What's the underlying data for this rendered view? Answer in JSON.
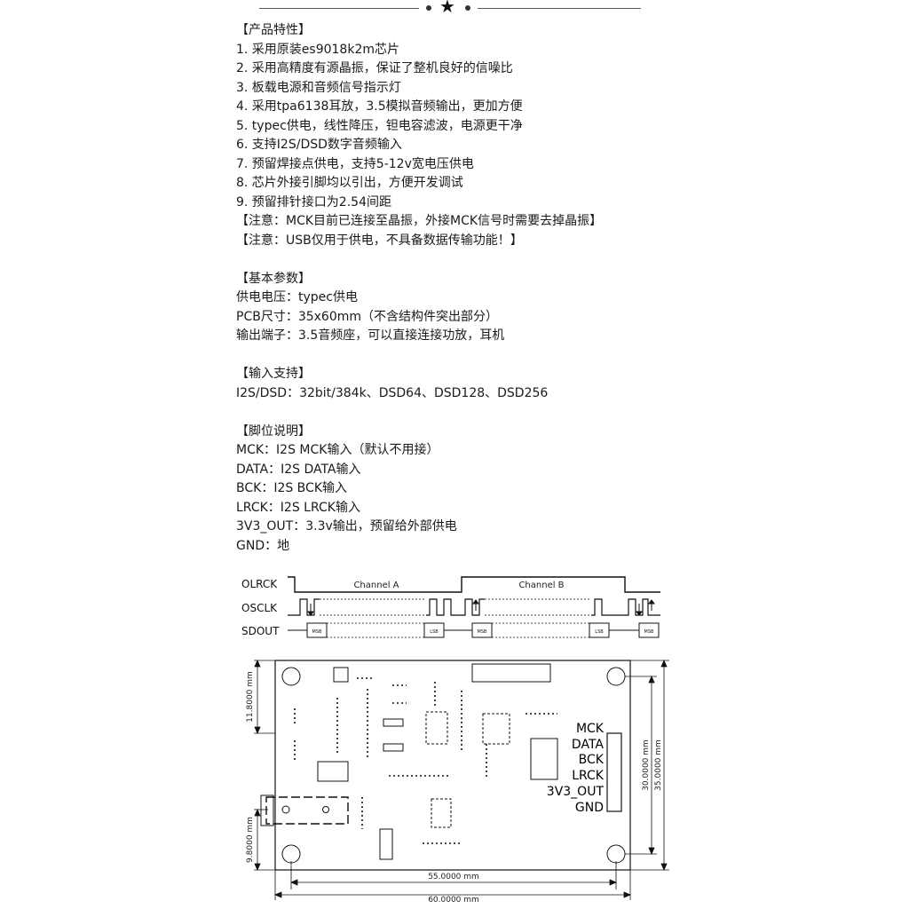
{
  "header_decoration": {
    "icon": "star-icon"
  },
  "features": {
    "heading": "【产品特性】",
    "items": [
      "1. 采用原装es9018k2m芯片",
      "2. 采用高精度有源晶振，保证了整机良好的信噪比",
      "3. 板载电源和音频信号指示灯",
      "4. 采用tpa6138耳放，3.5模拟音频输出，更加方便",
      "5. typec供电，线性降压，钽电容滤波，电源更干净",
      "6. 支持I2S/DSD数字音频输入",
      "7. 预留焊接点供电，支持5-12v宽电压供电",
      "8. 芯片外接引脚均以引出，方便开发调试",
      "9. 预留排针接口为2.54间距"
    ],
    "notes": [
      "【注意：MCK目前已连接至晶振，外接MCK信号时需要去掉晶振】",
      "【注意：USB仅用于供电，不具备数据传输功能！】"
    ]
  },
  "params": {
    "heading": "【基本参数】",
    "items": [
      "供电电压：typec供电",
      "PCB尺寸：35x60mm（不含结构件突出部分）",
      "输出端子：3.5音频座，可以直接连接功放，耳机"
    ]
  },
  "input": {
    "heading": "【输入支持】",
    "items": [
      "I2S/DSD：32bit/384k、DSD64、DSD128、DSD256"
    ]
  },
  "pins": {
    "heading": "【脚位说明】",
    "items": [
      "MCK：I2S MCK输入（默认不用接）",
      "DATA：I2S DATA输入",
      "BCK：I2S BCK输入",
      "LRCK：I2S LRCK输入",
      "3V3_OUT：3.3v输出，预留给外部供电",
      "GND：地"
    ]
  },
  "timing": {
    "signals": [
      "OLRCK",
      "OSCLK",
      "SDOUT"
    ],
    "channel_a": "Channel A",
    "channel_b": "Channel B",
    "msb": "MSB",
    "lsb": "LSB"
  },
  "pcb": {
    "pin_labels": [
      "MCK",
      "DATA",
      "BCK",
      "LRCK",
      "3V3_OUT",
      "GND"
    ],
    "dim_width_inner": "55.0000 mm",
    "dim_width_outer": "60.0000 mm",
    "dim_height_inner": "30.0000 mm",
    "dim_height_outer": "35.0000 mm",
    "dim_left_top": "11.8000 mm",
    "dim_left_bottom": "9.8000 mm"
  }
}
